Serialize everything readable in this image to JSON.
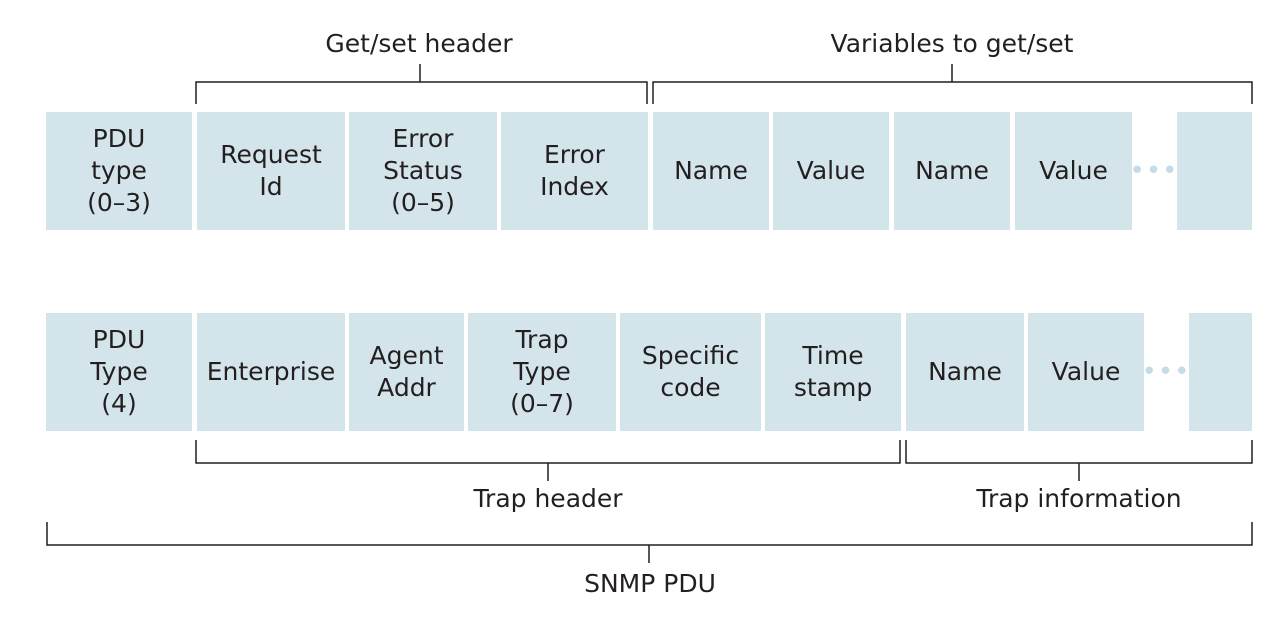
{
  "get_set_pdu": {
    "bracket_labels": {
      "get_set_header": "Get/set header",
      "variables": "Variables to get/set"
    },
    "fields": [
      "PDU\ntype\n(0–3)",
      "Request\nId",
      "Error\nStatus\n(0–5)",
      "Error\nIndex",
      "Name",
      "Value",
      "Name",
      "Value",
      ""
    ],
    "ellipsis": "•••"
  },
  "trap_pdu": {
    "fields": [
      "PDU\nType\n(4)",
      "Enterprise",
      "Agent\nAddr",
      "Trap\nType\n(0–7)",
      "Specific\ncode",
      "Time\nstamp",
      "Name",
      "Value",
      ""
    ],
    "ellipsis": "•••",
    "bracket_labels": {
      "trap_header": "Trap header",
      "trap_information": "Trap information"
    }
  },
  "snmp_pdu_label": "SNMP PDU",
  "colors": {
    "field_fill": "#d3e4ea",
    "line": "#231f20",
    "ellipsis": "#c4dce6"
  }
}
